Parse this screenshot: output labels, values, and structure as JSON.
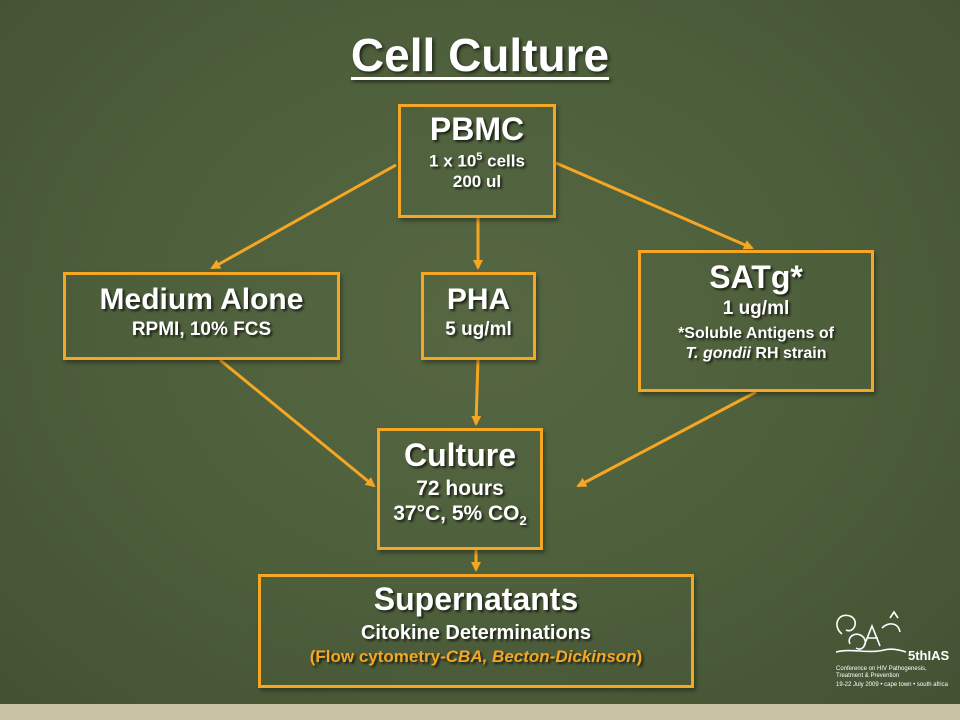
{
  "title": "Cell Culture",
  "colors": {
    "accent": "#f5a623",
    "background": "#4d5e3b",
    "text": "#ffffff"
  },
  "nodes": {
    "pbmc": {
      "title": "PBMC",
      "cells_base": "1 x 10",
      "cells_exp": "5",
      "cells_unit": " cells",
      "volume": "200 ul"
    },
    "medium": {
      "title": "Medium Alone",
      "detail": "RPMI, 10% FCS"
    },
    "pha": {
      "title": "PHA",
      "detail": "5 ug/ml"
    },
    "satg": {
      "title": "SATg*",
      "detail": "1 ug/ml",
      "note_line1": "*Soluble Antigens of",
      "note_species": "T. gondii",
      "note_strain": " RH strain"
    },
    "culture": {
      "title": "Culture",
      "duration": "72 hours",
      "conditions_base": "37°C, 5% CO",
      "conditions_sub": "2"
    },
    "supernatants": {
      "title": "Supernatants",
      "detail": "Citokine Determinations",
      "method_open": "(Flow cytometry-",
      "method_kit": "CBA, Becton-Dickinson",
      "method_close": ")"
    }
  },
  "logo": {
    "name": "5thIAS",
    "tagline": "Conference on HIV Pathogenesis, Treatment & Prevention",
    "dates": "19-22 July 2009 • cape town • south africa",
    "icon": "spiral-figures-logo-icon"
  }
}
